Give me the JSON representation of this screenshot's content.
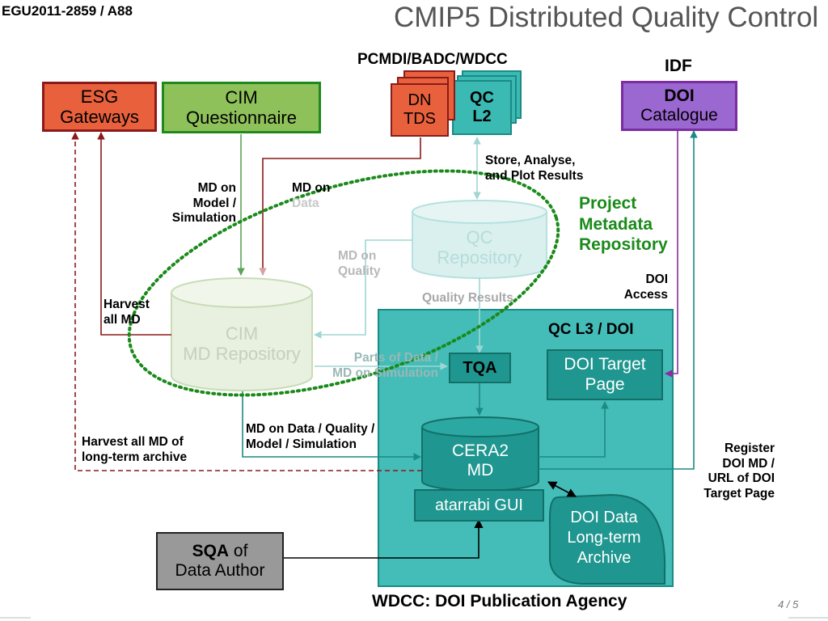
{
  "header": {
    "ref": "EGU2011-2859 / A88",
    "title": "CMIP5 Distributed Quality Control",
    "page": "4 / 5"
  },
  "colors": {
    "esg": "#e8603c",
    "cim": "#8fc15a",
    "dn": "#e8603c",
    "qc": "#3bbab4",
    "doi": "#9b67d1",
    "wdcc_panel": "#44bcb8",
    "teal_dark": "#1b8a84",
    "sqa": "#999999",
    "ellipse": "#1a8a1a",
    "dark_red": "#8b1a1a",
    "purple_line": "#8a2c9c"
  },
  "boxes": {
    "esg": [
      "ESG",
      "Gateways"
    ],
    "cim_q": [
      "CIM",
      "Questionnaire"
    ],
    "pcmdi_label": "PCMDI/BADC/WDCC",
    "dn": [
      "DN",
      "TDS"
    ],
    "qc": [
      "QC",
      "L2"
    ],
    "idf_label": "IDF",
    "doi_catalogue": [
      "DOI",
      "Catalogue"
    ],
    "qc_repo": [
      "QC",
      "Repository"
    ],
    "cim_repo": [
      "CIM",
      "MD Repository"
    ],
    "project_md": [
      "Project",
      "Metadata",
      "Repository"
    ],
    "qc_l3": "QC L3 / DOI",
    "tqa": "TQA",
    "doi_target": [
      "DOI Target",
      "Page"
    ],
    "cera2": [
      "CERA2",
      "MD"
    ],
    "atarrabi": "atarrabi GUI",
    "doi_archive": [
      "DOI Data",
      "Long-term",
      "Archive"
    ],
    "sqa": [
      "SQA",
      "of",
      "Data Author"
    ],
    "wdcc": "WDCC: DOI Publication Agency"
  },
  "labels": {
    "md_model": [
      "MD on",
      "Model /",
      "Simulation"
    ],
    "md_data": [
      "MD on",
      "Data"
    ],
    "store": [
      "Store, Analyse,",
      "and Plot Results"
    ],
    "md_quality": [
      "MD on",
      "Quality"
    ],
    "quality_results": "Quality Results",
    "harvest": [
      "Harvest",
      "all MD"
    ],
    "doi_access": [
      "DOI",
      "Access"
    ],
    "parts": [
      "Parts of Data /",
      "MD on Simulation"
    ],
    "md_all": [
      "MD on Data / Quality /",
      "Model / Simulation"
    ],
    "harvest_long": [
      "Harvest all MD of",
      "long-term archive"
    ],
    "register": [
      "Register",
      "DOI MD /",
      "URL of DOI",
      "Target Page"
    ]
  }
}
